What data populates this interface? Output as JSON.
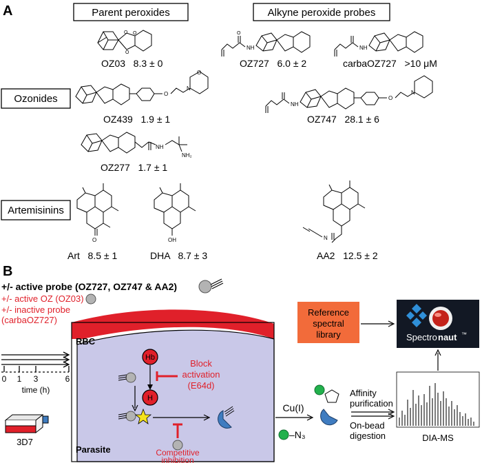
{
  "panel_a": {
    "letter": "A",
    "header_parent": "Parent peroxides",
    "header_probes": "Alkyne peroxide probes",
    "class_ozonides": "Ozonides",
    "class_artemisinins": "Artemisinins",
    "compounds": {
      "oz03": "OZ03   8.3 ± 0",
      "oz727": "OZ727   6.0 ± 2",
      "carbaoz727": "carbaOZ727   >10 μM",
      "oz439": "OZ439   1.9 ± 1",
      "oz747": "OZ747   28.1 ± 6",
      "oz277": "OZ277   1.7 ± 1",
      "art": "Art   8.5 ± 1",
      "dha": "DHA   8.7 ± 3",
      "aa2": "AA2   12.5 ± 2"
    },
    "atoms": {
      "O": "O",
      "N": "N",
      "NH": "NH",
      "NH2": "NH₂",
      "OH": "OH"
    }
  },
  "panel_b": {
    "letter": "B",
    "line_active_probe": "+/- active probe (OZ727, OZ747 & AA2)",
    "line_active_oz": "+/- active OZ (OZ03)",
    "line_inactive_probe": "+/- inactive probe",
    "line_inactive_probe_name": "(carbaOZ727)",
    "rbc": "RBC",
    "parasite": "Parasite",
    "hb": "Hb",
    "h": "H",
    "block_activation_1": "Block",
    "block_activation_2": "activation",
    "block_activation_3": "(E64d)",
    "competitive_1": "Competitive",
    "competitive_2": "inhibition",
    "time_ticks": [
      "0",
      "1",
      "3",
      "6"
    ],
    "time_label": "time (h)",
    "strain": "3D7",
    "cu": "Cu(I)",
    "n3": "–N₃",
    "affinity_1": "Affinity",
    "affinity_2": "purification",
    "onbead_1": "On-bead",
    "onbead_2": "digestion",
    "dia_ms": "DIA-MS",
    "reference_1": "Reference",
    "reference_2": "spectral",
    "reference_3": "library",
    "spectronaut_a": "Spectro",
    "spectronaut_b": "naut",
    "tm": "™",
    "colors": {
      "red": "#e0202a",
      "parasite_fill": "#c9c8e8",
      "orange": "#f26b3a",
      "blue": "#3f7cc0",
      "green": "#22b14c",
      "grey_ball": "#b3b3b3"
    }
  }
}
